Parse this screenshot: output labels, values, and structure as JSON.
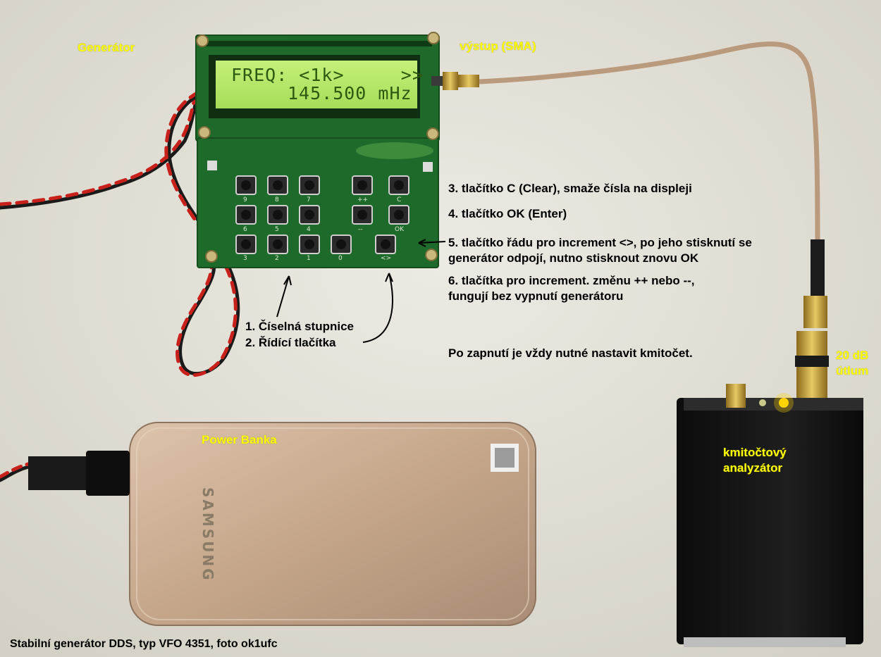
{
  "labels": {
    "generator": "Generátor",
    "output": "výstup (SMA)",
    "step3": "3. tlačítko C (Clear), smaže čísla na displeji",
    "step4": "4. tlačítko OK (Enter)",
    "step5_line1": "5. tlačítko řádu pro increment <>, po jeho stisknutí se",
    "step5_line2": "generátor odpojí, nutno stisknout znovu OK",
    "step6_line1": "6. tlačítka pro increment. změnu ++ nebo --,",
    "step6_line2": "fungují bez vypnutí generátoru",
    "step1": "1. Číselná stupnice",
    "step2": "2. Řídící tlačítka",
    "note": "Po zapnutí je vždy nutné nastavit kmitočet.",
    "attenuator_line1": "20 dB",
    "attenuator_line2": "útlum",
    "powerbank": "Power Banka",
    "analyzer_line1": "kmitočtový",
    "analyzer_line2": "analyzátor",
    "caption": "Stabilní generátor DDS, typ VFO 4351, foto ok1ufc"
  },
  "lcd": {
    "line1": "FREQ: <1k>     >>",
    "line2": "145.500 mHz"
  },
  "keypad": {
    "row1": [
      "9",
      "8",
      "7",
      "++",
      "C"
    ],
    "row2": [
      "6",
      "5",
      "4",
      "--",
      "OK"
    ],
    "row3": [
      "3",
      "2",
      "1",
      "0",
      "<>"
    ]
  },
  "device_text": {
    "powerbank_brand": "SAMSUNG"
  },
  "colors": {
    "label_yellow": "#ffff00",
    "label_black": "#000000",
    "lcd_backlight": "#b4e86a",
    "pcb_green": "#1f6a2a",
    "powerbank_gold": "#c7a88c",
    "analyzer_case": "#141414"
  }
}
